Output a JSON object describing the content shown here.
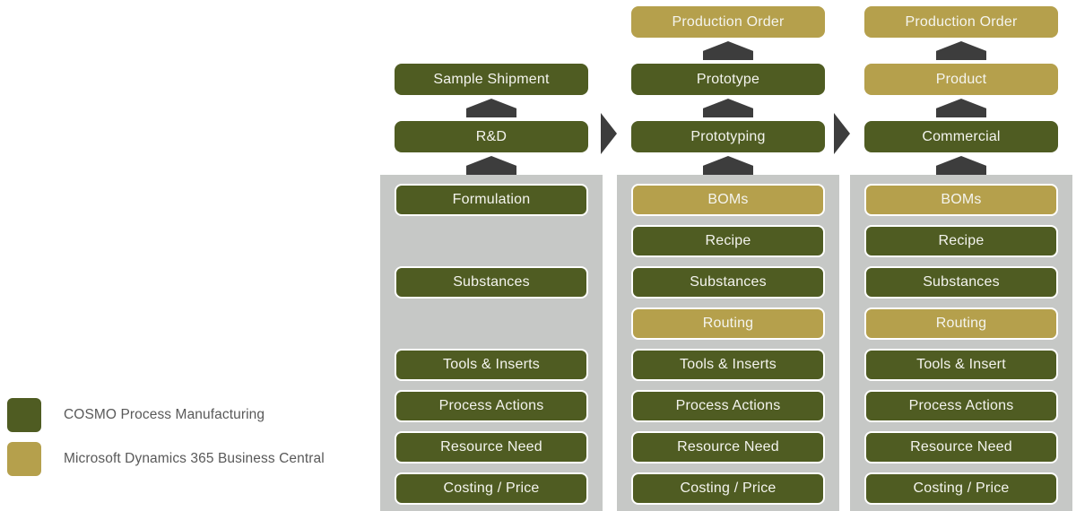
{
  "legend": {
    "items": [
      {
        "label": "COSMO Process Manufacturing",
        "color": "#4f5c22",
        "key": "green"
      },
      {
        "label": "Microsoft Dynamics 365 Business Central",
        "color": "#b5a04c",
        "key": "gold"
      }
    ]
  },
  "colors": {
    "green": "#4f5c22",
    "gold": "#b5a04c",
    "panel_gray": "#c6c8c6",
    "arrow_dark": "#3d3d3d",
    "box_text": "#f4f4ee",
    "legend_text": "#595959",
    "background": "#ffffff"
  },
  "connectors": {
    "stage_chevron": "chevron-right-icon",
    "vertical_arrow": "arrow-up-icon",
    "between_columns": [
      "R&D to Prototyping",
      "Prototyping to Commercial"
    ]
  },
  "columns": [
    {
      "id": "rnd",
      "head": [
        {
          "label": "Sample Shipment",
          "color": "green"
        },
        {
          "label": "R&D",
          "color": "green"
        }
      ],
      "body": [
        {
          "label": "Formulation",
          "color": "green",
          "empty": false
        },
        {
          "label": "",
          "color": "green",
          "empty": true
        },
        {
          "label": "Substances",
          "color": "green",
          "empty": false
        },
        {
          "label": "",
          "color": "green",
          "empty": true
        },
        {
          "label": "Tools & Inserts",
          "color": "green",
          "empty": false
        },
        {
          "label": "Process Actions",
          "color": "green",
          "empty": false
        },
        {
          "label": "Resource Need",
          "color": "green",
          "empty": false
        },
        {
          "label": "Costing / Price",
          "color": "green",
          "empty": false
        }
      ]
    },
    {
      "id": "prototyping",
      "head": [
        {
          "label": "Production Order",
          "color": "gold"
        },
        {
          "label": "Prototype",
          "color": "green"
        },
        {
          "label": "Prototyping",
          "color": "green"
        }
      ],
      "body": [
        {
          "label": "BOMs",
          "color": "gold",
          "empty": false
        },
        {
          "label": "Recipe",
          "color": "green",
          "empty": false
        },
        {
          "label": "Substances",
          "color": "green",
          "empty": false
        },
        {
          "label": "Routing",
          "color": "gold",
          "empty": false
        },
        {
          "label": "Tools & Inserts",
          "color": "green",
          "empty": false
        },
        {
          "label": "Process Actions",
          "color": "green",
          "empty": false
        },
        {
          "label": "Resource Need",
          "color": "green",
          "empty": false
        },
        {
          "label": "Costing / Price",
          "color": "green",
          "empty": false
        }
      ]
    },
    {
      "id": "commercial",
      "head": [
        {
          "label": "Production Order",
          "color": "gold"
        },
        {
          "label": "Product",
          "color": "gold"
        },
        {
          "label": "Commercial",
          "color": "green"
        }
      ],
      "body": [
        {
          "label": "BOMs",
          "color": "gold",
          "empty": false
        },
        {
          "label": "Recipe",
          "color": "green",
          "empty": false
        },
        {
          "label": "Substances",
          "color": "green",
          "empty": false
        },
        {
          "label": "Routing",
          "color": "gold",
          "empty": false
        },
        {
          "label": "Tools & Insert",
          "color": "green",
          "empty": false
        },
        {
          "label": "Process Actions",
          "color": "green",
          "empty": false
        },
        {
          "label": "Resource Need",
          "color": "green",
          "empty": false
        },
        {
          "label": "Costing / Price",
          "color": "green",
          "empty": false
        }
      ]
    }
  ]
}
